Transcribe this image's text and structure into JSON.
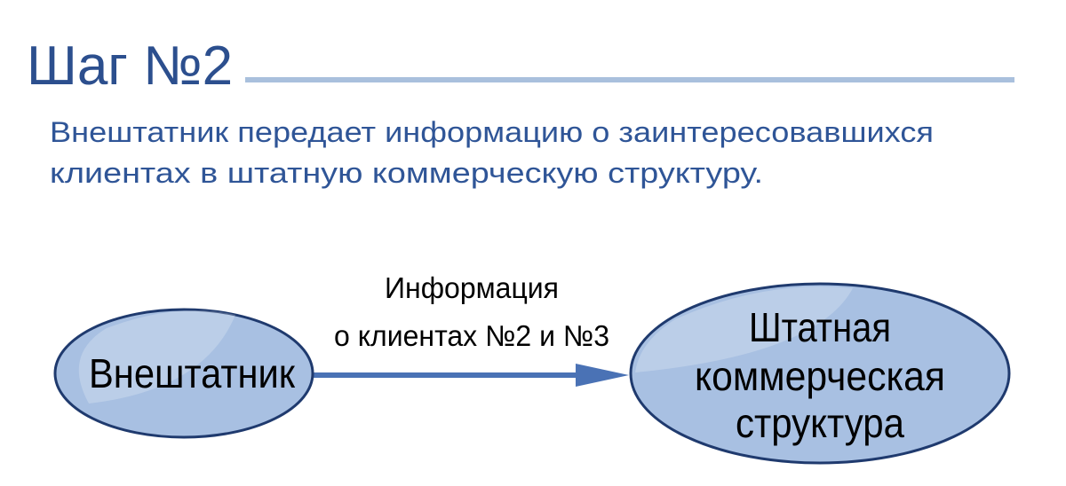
{
  "title": "Шаг №2",
  "description": {
    "line1": "Внештатник передает информацию о заинтересовавшихся",
    "line2": "клиентах в штатную коммерческую структуру."
  },
  "diagram": {
    "source_node": "Внештатник",
    "target_node": {
      "line1": "Штатная",
      "line2": "коммерческая",
      "line3": "структура"
    },
    "edge_label": {
      "line1": "Информация",
      "line2": "о клиентах №2 и №3"
    }
  },
  "colors": {
    "title": "#2c4f8e",
    "rule": "#a9c0dd",
    "ellipse_fill": "#a8c0e2",
    "ellipse_stroke": "#1f3a6e",
    "arrow": "#4a72b5"
  }
}
